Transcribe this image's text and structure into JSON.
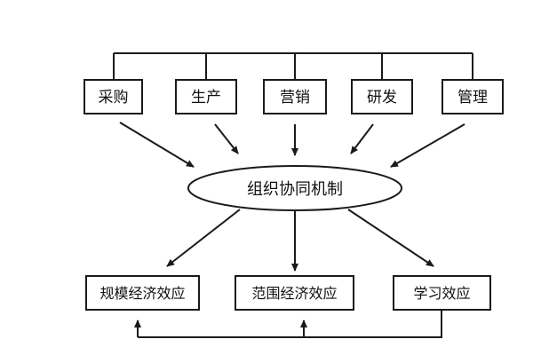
{
  "departments": [
    {
      "label": "采购"
    },
    {
      "label": "生产"
    },
    {
      "label": "营销"
    },
    {
      "label": "研发"
    },
    {
      "label": "管理"
    }
  ],
  "center": {
    "label": "组织协同机制"
  },
  "effects": [
    {
      "label": "规模经济效应"
    },
    {
      "label": "范围经济效应"
    },
    {
      "label": "学习效应"
    }
  ],
  "colors": {
    "stroke": "#1a1a1a",
    "text": "#111111",
    "background": "#ffffff"
  }
}
